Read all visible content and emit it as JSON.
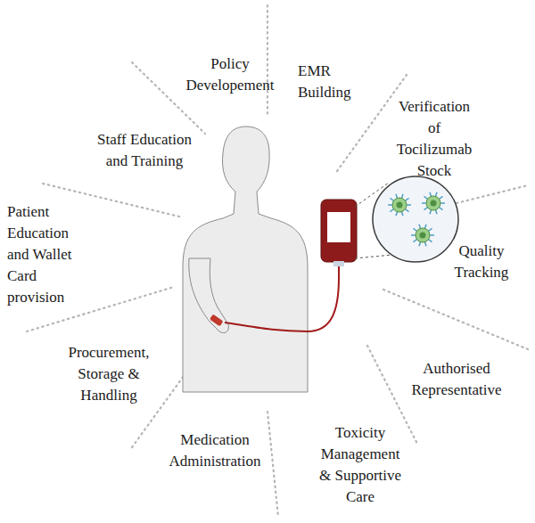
{
  "diagram": {
    "labels": [
      "Policy Developement",
      "EMR Building",
      "Verification of Tocilizumab Stock",
      "Quality Tracking",
      "Authorised Representative",
      "Toxicity Management & Supportive Care",
      "Medication Administration",
      "Procurement, Storage & Handling",
      "Patient Education and Wallet Card provision",
      "Staff Education and Training"
    ]
  }
}
